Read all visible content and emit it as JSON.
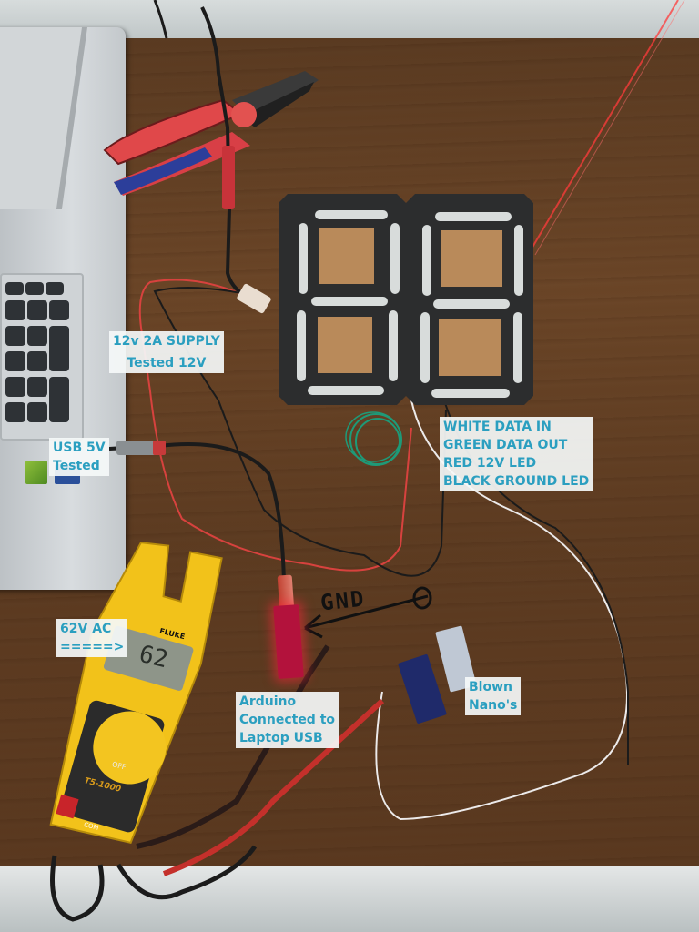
{
  "annotations": {
    "supply": {
      "line1": "12v 2A SUPPLY",
      "line2": "Tested 12V"
    },
    "usb": {
      "line1": "USB 5V",
      "line2": "Tested"
    },
    "wiring": {
      "line1": "WHITE DATA IN",
      "line2": "GREEN DATA OUT",
      "line3": "RED 12V LED",
      "line4": "BLACK GROUND LED"
    },
    "meter": {
      "line1": "62V AC",
      "line2": "=====>"
    },
    "arduino": {
      "line1": "Arduino",
      "line2": "Connected to",
      "line3": "Laptop USB"
    },
    "nanos": {
      "line1": "Blown",
      "line2": "Nano's"
    },
    "gnd": "GND"
  },
  "multimeter": {
    "brand": "FLUKE",
    "reading": "62",
    "model": "T5-1000",
    "off_label": "OFF",
    "com_label": "COM"
  },
  "colors": {
    "label_text": "#2b9fc0",
    "label_bg": "#f5f8f8",
    "table_wood": "#5d3c22",
    "meter_yellow": "#f2c21a",
    "segment_frame": "#2c2d2e",
    "segment_white": "#d8dcdb",
    "arduino_red": "#b3123c",
    "green_wire": "#1e9a78"
  }
}
